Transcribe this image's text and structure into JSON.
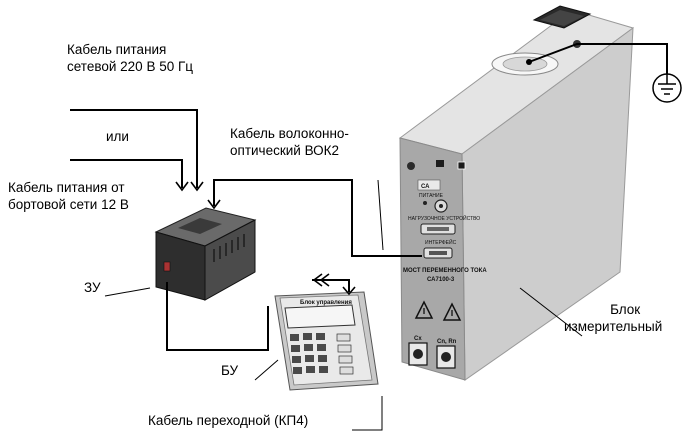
{
  "labels": {
    "mains_cable": [
      "Кабель питания",
      "сетевой 220 В 50 Гц"
    ],
    "or": "или",
    "onboard_cable": [
      "Кабель питания от",
      "бортовой сети 12 В"
    ],
    "fiber_cable": [
      "Кабель волоконно-",
      "оптический ВОК2"
    ],
    "charger": "ЗУ",
    "control_unit": "БУ",
    "adapter_cable": "Кабель переходной (КП4)",
    "measuring_unit": [
      "Блок",
      "измерительный"
    ]
  },
  "device_panel": {
    "title_line1": "МОСТ ПЕРЕМЕННОГО ТОКА",
    "title_line2": "СА7100-3",
    "connector_cx": "Cx",
    "connector_cn": "Cn, Rn",
    "interface_label": "ИНТЕРФЕЙС",
    "load_label": "НАГРУЗОЧНОЕ УСТРОЙСТВО",
    "power_label": "ПИТАНИЕ"
  },
  "control_panel": {
    "header": "Блок управления"
  },
  "colors": {
    "line": "#000000",
    "device_front": "#a9a9a9",
    "device_side": "#cfcfcf",
    "device_top": "#e2e2e2"
  }
}
